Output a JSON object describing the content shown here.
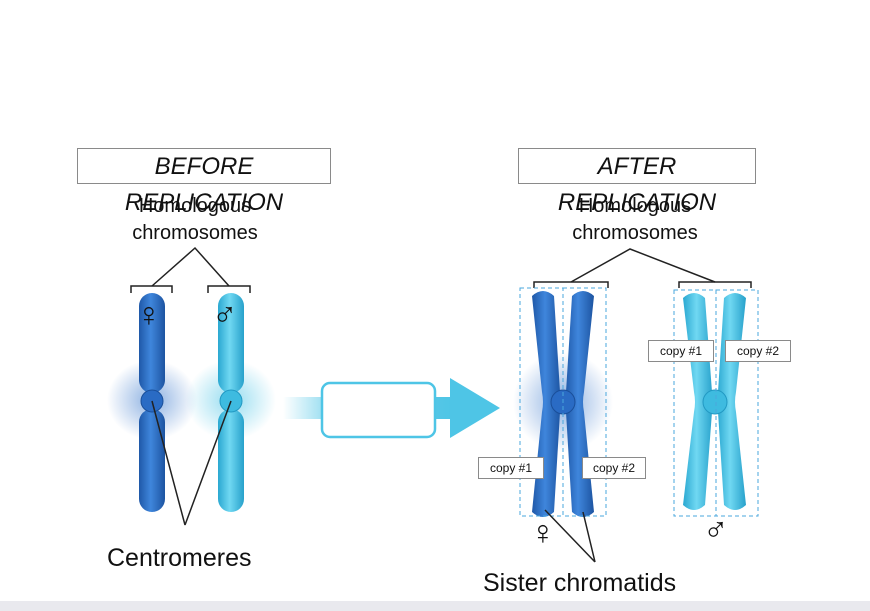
{
  "diagram": {
    "before_title": "BEFORE REPLICATION",
    "after_title": "AFTER REPLICATION",
    "before_homologous_label": "Homologous\nchromosomes",
    "after_homologous_label": "Homologous\nchromosomes",
    "centromeres_label": "Centromeres",
    "sister_chromatids_label": "Sister chromatids",
    "female_symbol": "♀",
    "male_symbol": "♂",
    "copy_labels": [
      "copy #1",
      "copy #2",
      "copy #1",
      "copy #2"
    ],
    "process_box_text": ""
  },
  "colors": {
    "maternal_blue": "#2c6fc9",
    "paternal_cyan": "#3fc0e4",
    "arrow_cyan": "#4ec5e6"
  }
}
